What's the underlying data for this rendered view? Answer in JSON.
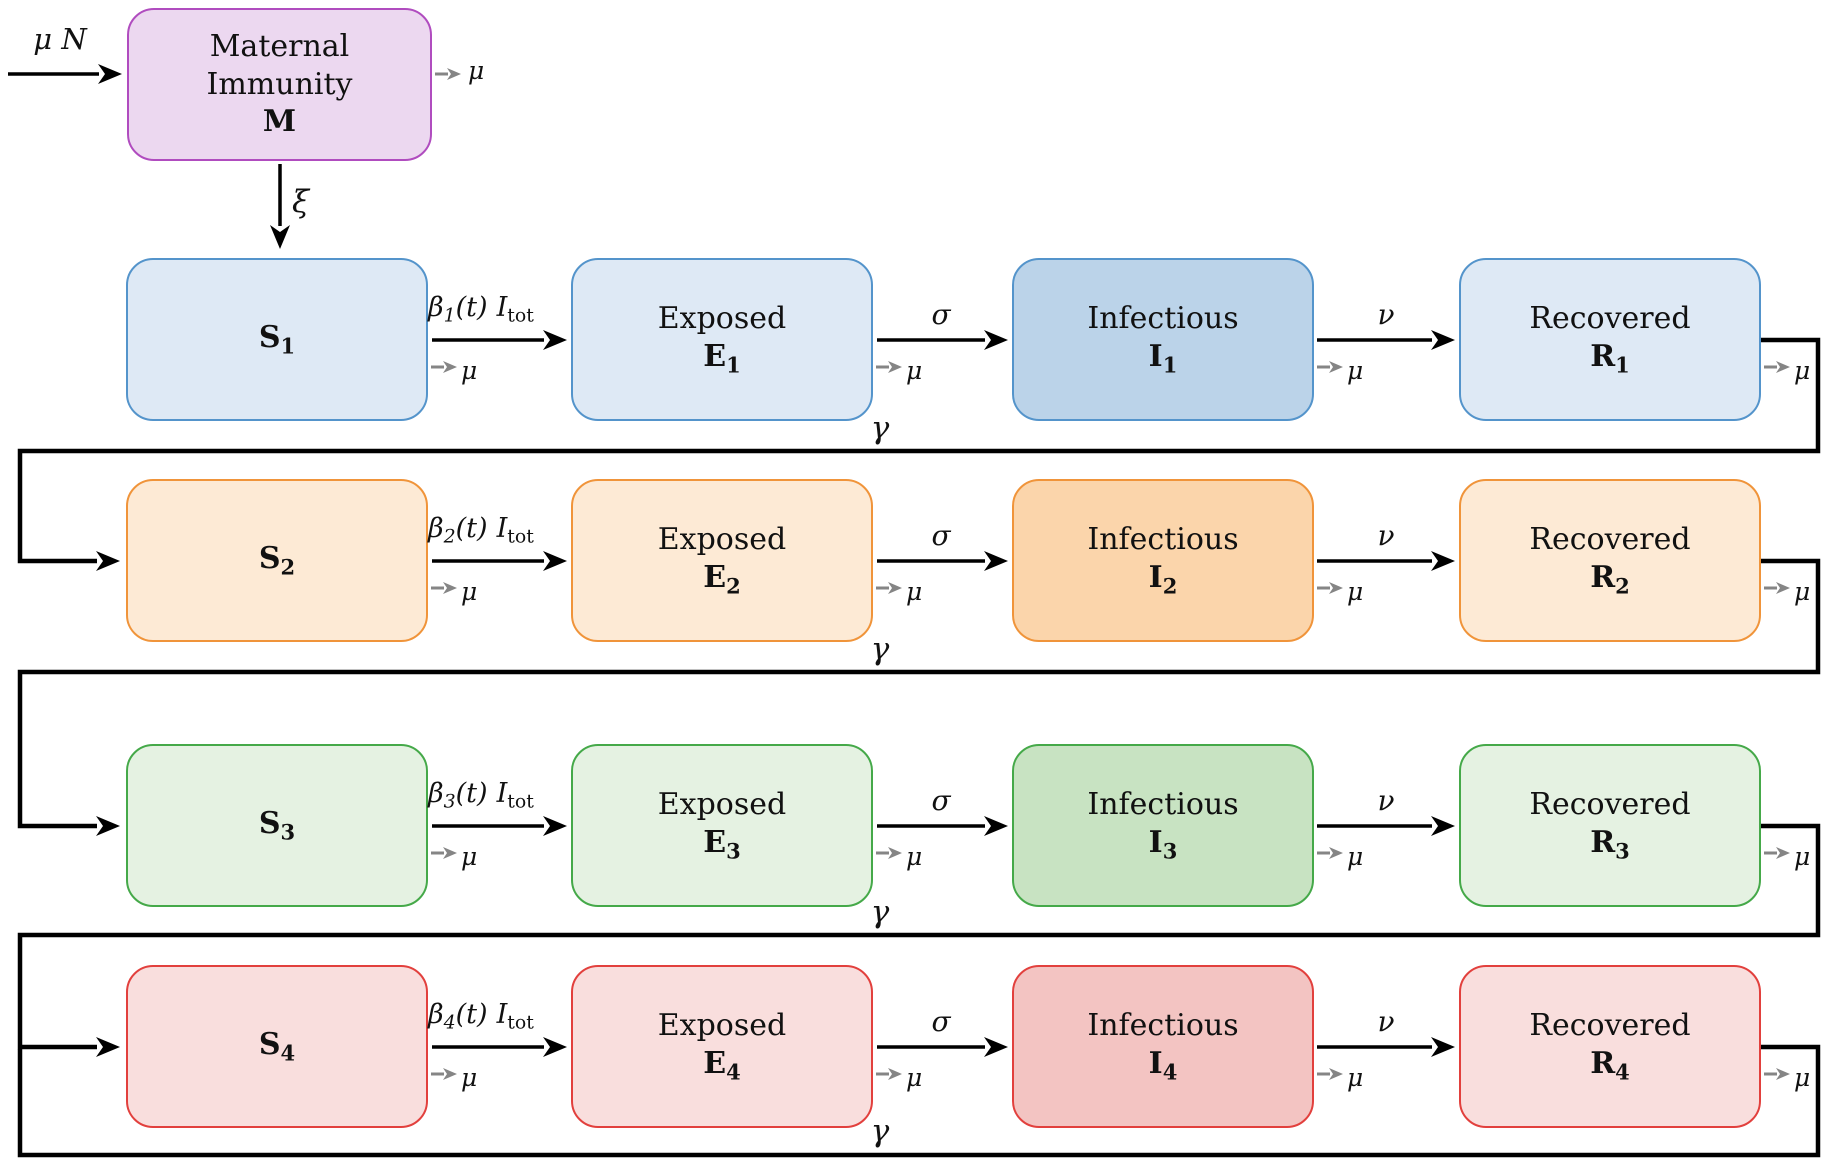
{
  "top": {
    "birth_label": "μ N",
    "maternal": {
      "line1": "Maternal",
      "line2": "Immunity",
      "sym": "M"
    },
    "death_label": "μ",
    "waning_label": "ξ"
  },
  "rows": [
    {
      "beta": {
        "sym": "β",
        "sub": "1",
        "arg": "(t)",
        "i": "I",
        "i_sub": "tot"
      },
      "s": {
        "sym": "S",
        "sub": "1"
      },
      "e": {
        "title": "Exposed",
        "sym": "E",
        "sub": "1"
      },
      "i": {
        "title": "Infectious",
        "sym": "I",
        "sub": "1"
      },
      "r": {
        "title": "Recovered",
        "sym": "R",
        "sub": "1"
      },
      "sigma": "σ",
      "nu": "ν",
      "gamma": "γ",
      "mu": "μ"
    },
    {
      "beta": {
        "sym": "β",
        "sub": "2",
        "arg": "(t)",
        "i": "I",
        "i_sub": "tot"
      },
      "s": {
        "sym": "S",
        "sub": "2"
      },
      "e": {
        "title": "Exposed",
        "sym": "E",
        "sub": "2"
      },
      "i": {
        "title": "Infectious",
        "sym": "I",
        "sub": "2"
      },
      "r": {
        "title": "Recovered",
        "sym": "R",
        "sub": "2"
      },
      "sigma": "σ",
      "nu": "ν",
      "gamma": "γ",
      "mu": "μ"
    },
    {
      "beta": {
        "sym": "β",
        "sub": "3",
        "arg": "(t)",
        "i": "I",
        "i_sub": "tot"
      },
      "s": {
        "sym": "S",
        "sub": "3"
      },
      "e": {
        "title": "Exposed",
        "sym": "E",
        "sub": "3"
      },
      "i": {
        "title": "Infectious",
        "sym": "I",
        "sub": "3"
      },
      "r": {
        "title": "Recovered",
        "sym": "R",
        "sub": "3"
      },
      "sigma": "σ",
      "nu": "ν",
      "gamma": "γ",
      "mu": "μ"
    },
    {
      "beta": {
        "sym": "β",
        "sub": "4",
        "arg": "(t)",
        "i": "I",
        "i_sub": "tot"
      },
      "s": {
        "sym": "S",
        "sub": "4"
      },
      "e": {
        "title": "Exposed",
        "sym": "E",
        "sub": "4"
      },
      "i": {
        "title": "Infectious",
        "sym": "I",
        "sub": "4"
      },
      "r": {
        "title": "Recovered",
        "sym": "R",
        "sub": "4"
      },
      "sigma": "σ",
      "nu": "ν",
      "gamma": "γ",
      "mu": "μ"
    }
  ],
  "colors": {
    "maternal": {
      "fill": "#ecd8f0",
      "border": "#b04cbf"
    },
    "rows": [
      {
        "light": "#dee9f5",
        "dark": "#bbd3e9",
        "border": "#5494cb"
      },
      {
        "light": "#fdead5",
        "dark": "#fbd5ab",
        "border": "#f0943a"
      },
      {
        "light": "#e5f2e2",
        "dark": "#c8e3c2",
        "border": "#45a949"
      },
      {
        "light": "#f9dedd",
        "dark": "#f3c4c2",
        "border": "#e2403d"
      }
    ],
    "arrow": "#000000",
    "death_arrow": "#858585"
  }
}
